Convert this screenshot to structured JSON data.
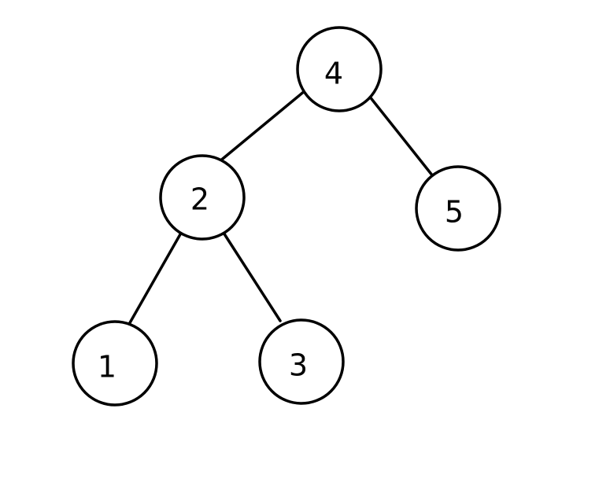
{
  "diagram": {
    "type": "binary-tree",
    "nodes": [
      {
        "id": "n4",
        "label": "4"
      },
      {
        "id": "n2",
        "label": "2"
      },
      {
        "id": "n5",
        "label": "5"
      },
      {
        "id": "n1",
        "label": "1"
      },
      {
        "id": "n3",
        "label": "3"
      }
    ],
    "edges": [
      {
        "from": "n4",
        "to": "n2"
      },
      {
        "from": "n4",
        "to": "n5"
      },
      {
        "from": "n2",
        "to": "n1"
      },
      {
        "from": "n2",
        "to": "n3"
      }
    ],
    "colors": {
      "stroke": "#000000",
      "background": "#ffffff"
    }
  }
}
